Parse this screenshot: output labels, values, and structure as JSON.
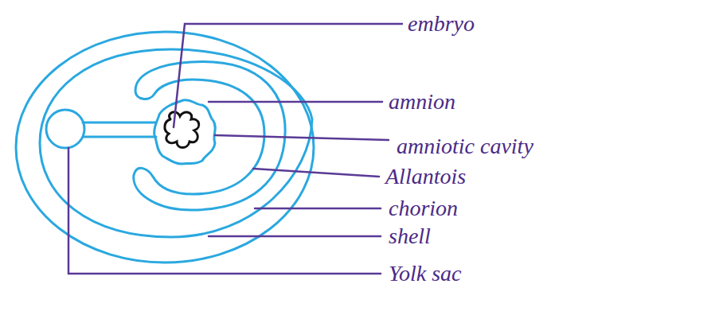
{
  "diagram": {
    "labels": [
      "embryo",
      "amnion",
      "amniotic cavity",
      "Allantois",
      "chorion",
      "shell",
      "Yolk sac"
    ]
  }
}
